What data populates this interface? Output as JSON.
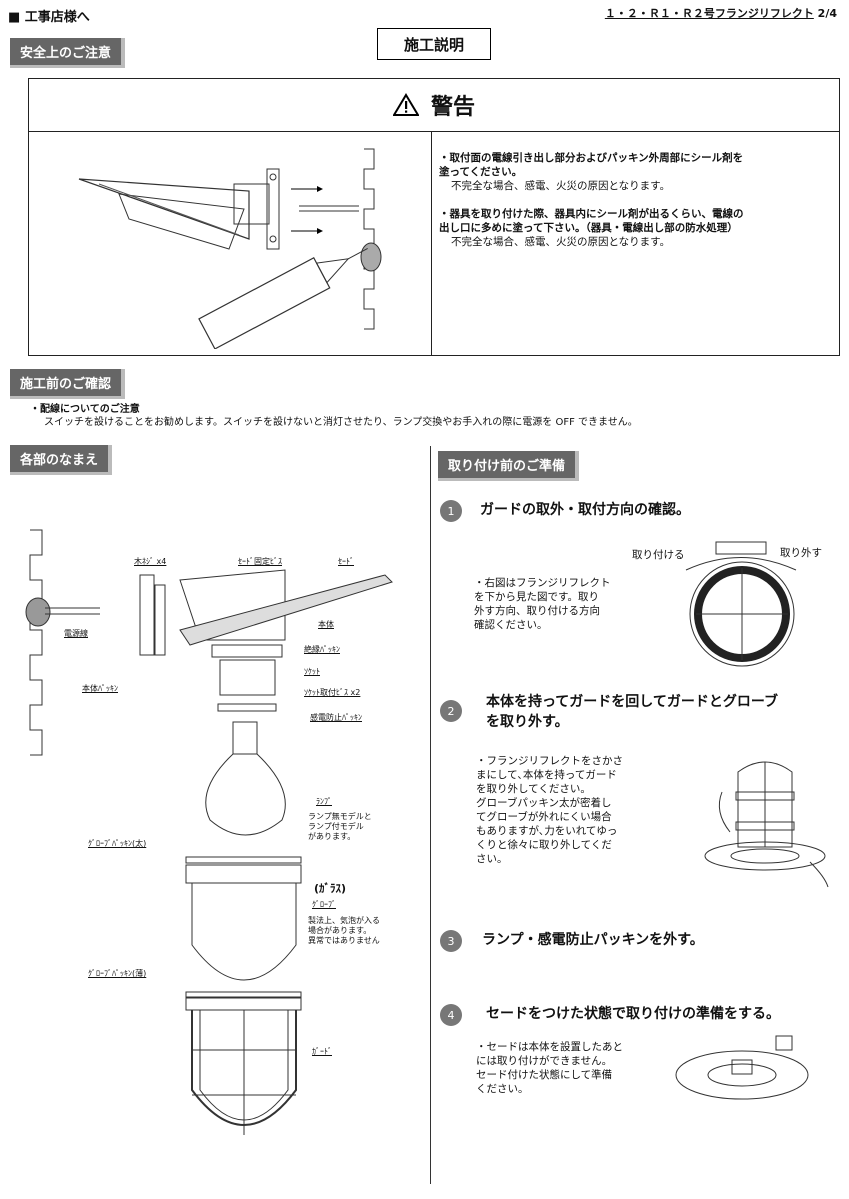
{
  "header": {
    "left": "■ 工事店様へ",
    "right_title": "１・２・Ｒ１・Ｒ２号フランジリフレクト",
    "right_page": "2/4"
  },
  "sections": {
    "safety": "安全上のご注意",
    "construction_title": "施工説明",
    "pre_check": "施工前のご確認",
    "parts": "各部のなまえ",
    "preparation": "取り付け前のご準備"
  },
  "warning": {
    "title": "警告",
    "item1_main": "・取付面の電線引き出し部分およびパッキン外周部にシール剤を\n塗ってください。",
    "item1_sub": "不完全な場合、感電、火災の原因となります。",
    "item2_main": "・器具を取り付けた際、器具内にシール剤が出るくらい、電線の\n出し口に多めに塗って下さい。（器具・電線出し部の防水処理）",
    "item2_sub": "不完全な場合、感電、火災の原因となります。"
  },
  "pre_check": {
    "heading": "・配線についてのご注意",
    "body": "スイッチを設けることをお勧めします。スイッチを設けないと消灯させたり、ランプ交換やお手入れの際に電源を OFF できません。"
  },
  "parts": {
    "wood_screw": "木ﾈｼﾞ x4",
    "shade_screw": "ｾｰﾄﾞ固定ﾋﾞｽ",
    "shade": "ｾｰﾄﾞ",
    "body": "本体",
    "wire": "電源線",
    "insulation_packing": "絶縁ﾊﾟｯｷﾝ",
    "socket": "ｿｹｯﾄ",
    "body_packing": "本体ﾊﾟｯｷﾝ",
    "socket_screw": "ｿｹｯﾄ取付ﾋﾞｽ x2",
    "shock_packing": "感電防止ﾊﾟｯｷﾝ",
    "lamp": "ﾗﾝﾌﾟ",
    "lamp_note": "ランプ無モデルと\nランプ付モデル\nがあります。",
    "glove_packing_thick": "ｸﾞﾛｰﾌﾞﾊﾟｯｷﾝ(太)",
    "glass": "(ｶﾞﾗｽ)",
    "globe": "ｸﾞﾛｰﾌﾞ",
    "globe_note": "製法上、気泡が入る\n場合があります。\n異常ではありません",
    "glove_packing_thin": "ｸﾞﾛｰﾌﾞﾊﾟｯｷﾝ(薄)",
    "guard": "ｶﾞｰﾄﾞ"
  },
  "steps": [
    {
      "num": "1",
      "title": "ガードの取外・取付方向の確認。",
      "text": "・右図はフランジリフレクト\nを下から見た図です。取り\n外す方向、取り付ける方向\n確認ください。",
      "label_attach": "取り付ける",
      "label_remove": "取り外す"
    },
    {
      "num": "2",
      "title": "本体を持ってガードを回してガードとグローブ\nを取り外す。",
      "text": "・フランジリフレクトをさかさ\nまにして､本体を持ってガード\nを取り外してください。\nグローブパッキン太が密着し\nてグローブが外れにくい場合\nもありますが､力をいれてゆっ\nくりと徐々に取り外してくだ\nさい。"
    },
    {
      "num": "3",
      "title": "ランプ・感電防止パッキンを外す。"
    },
    {
      "num": "4",
      "title": "セードをつけた状態で取り付けの準備をする。",
      "text": "・セードは本体を設置したあと\nには取り付けができません。\nセード付けた状態にして準備\nください。"
    }
  ]
}
